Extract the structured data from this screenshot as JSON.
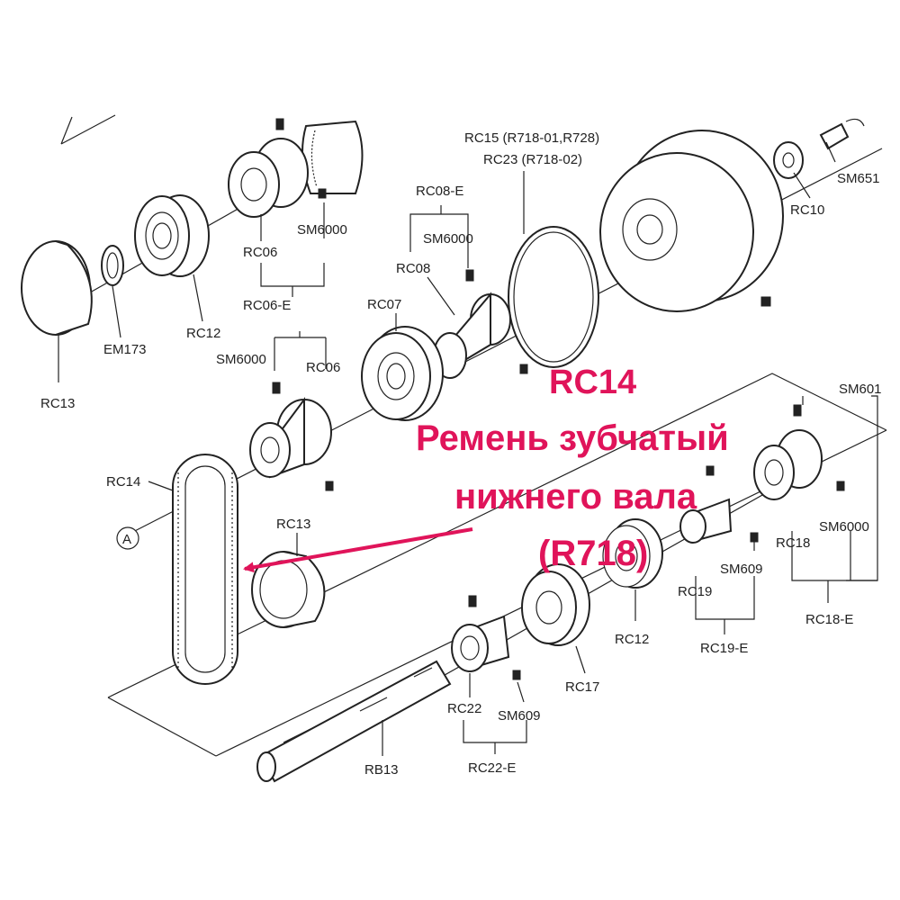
{
  "labels": {
    "rc15_line": "RC15   (R718-01,R728)",
    "rc23_line": "RC23   (R718-02)",
    "sm651": "SM651",
    "rc10": "RC10",
    "rc08e": "RC08-E",
    "sm6000_a": "SM6000",
    "rc08": "RC08",
    "rc07": "RC07",
    "rc06_top": "RC06",
    "sm6000_b": "SM6000",
    "rc06e": "RC06-E",
    "sm6000_c": "SM6000",
    "rc06_mid": "RC06",
    "rc12_top": "RC12",
    "em173": "EM173",
    "rc13_left": "RC13",
    "rc14": "RC14",
    "circle_a": "A",
    "rc13_mid": "RC13",
    "sm601": "SM601",
    "sm6000_d": "SM6000",
    "rc18": "RC18",
    "rc18e": "RC18-E",
    "sm609_a": "SM609",
    "rc19": "RC19",
    "rc19e": "RC19-E",
    "rc12_bot": "RC12",
    "rc17": "RC17",
    "rc22": "RC22",
    "sm609_b": "SM609",
    "rc22e": "RC22-E",
    "rb13": "RB13"
  },
  "callout": {
    "code": "RC14",
    "line1": "Ремень зубчатый",
    "line2": "нижнего вала",
    "line3": "(R718)",
    "color": "#e0145a"
  }
}
